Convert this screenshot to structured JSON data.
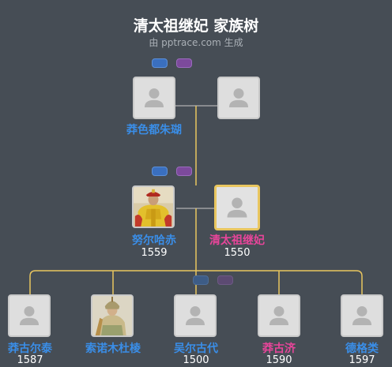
{
  "header": {
    "title": "清太祖继妃 家族树",
    "subtitle": "由 pptrace.com 生成"
  },
  "gen1": {
    "father": {
      "name": "莽色都朱瑚",
      "year": ""
    },
    "mother": {
      "name": "",
      "year": ""
    }
  },
  "gen2": {
    "husband": {
      "name": "努尔哈赤",
      "year": "1559"
    },
    "subject": {
      "name": "清太祖继妃",
      "year": "1550"
    }
  },
  "children": [
    {
      "name": "莽古尔泰",
      "year": "1587",
      "gender": "m"
    },
    {
      "name": "索诺木杜棱",
      "year": "",
      "gender": "m"
    },
    {
      "name": "吴尔古代",
      "year": "1500",
      "gender": "m"
    },
    {
      "name": "莽古济",
      "year": "1590",
      "gender": "f"
    },
    {
      "name": "德格类",
      "year": "1597",
      "gender": "m"
    }
  ],
  "colors": {
    "background": "#464d55",
    "male": "#3a8ee8",
    "female": "#e8459a",
    "highlight": "#e9c65f",
    "line": "#e9c65f"
  },
  "icons": [
    "person-placeholder-icon",
    "expand-pill-blue",
    "expand-pill-purple"
  ]
}
